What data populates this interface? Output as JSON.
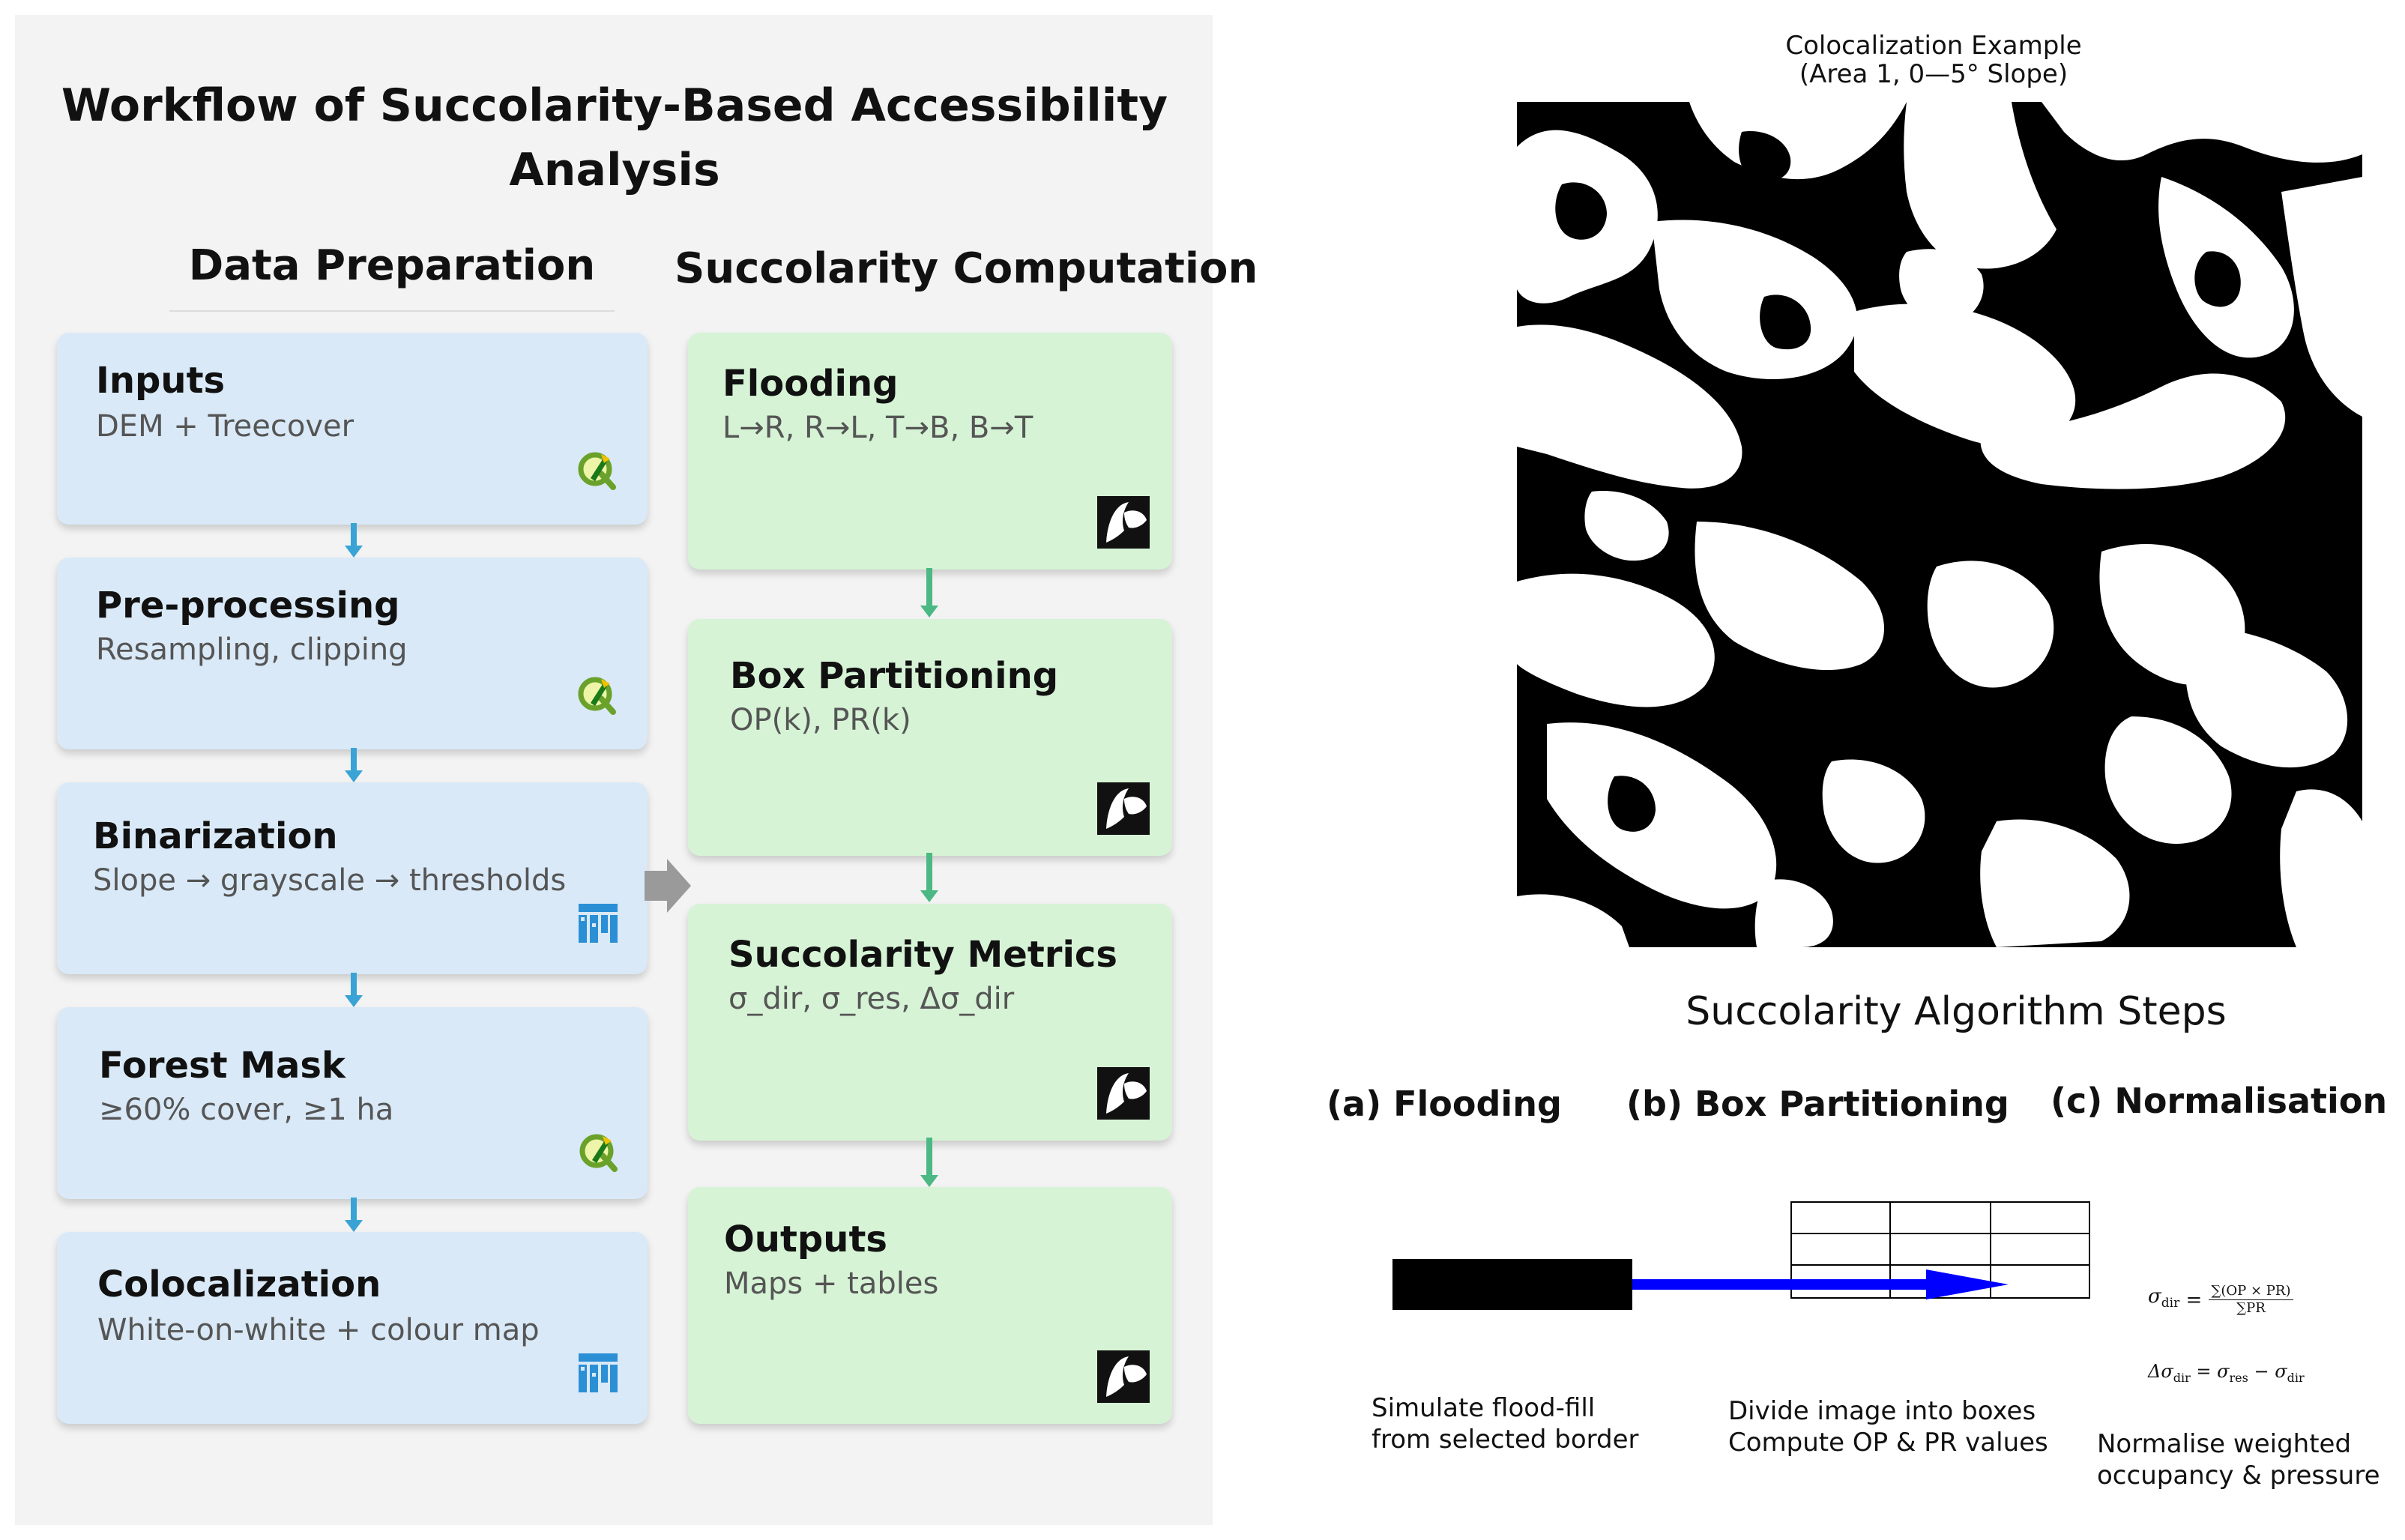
{
  "workflow": {
    "title_line1": "Workflow of Succolarity-Based Accessibility",
    "title_line2": "Analysis",
    "columns": {
      "prep": "Data Preparation",
      "comp": "Succolarity Computation"
    },
    "prep_steps": [
      {
        "title": "Inputs",
        "subtitle": "DEM + Treecover",
        "icon": "qgis-icon"
      },
      {
        "title": "Pre-processing",
        "subtitle": "Resampling, clipping",
        "icon": "qgis-icon"
      },
      {
        "title": "Binarization",
        "subtitle": "Slope → grayscale → thresholds",
        "icon": "fiji-icon"
      },
      {
        "title": "Forest Mask",
        "subtitle": "≥60% cover, ≥1 ha",
        "icon": "qgis-icon"
      },
      {
        "title": "Colocalization",
        "subtitle": "White-on-white + colour map",
        "icon": "fiji-icon"
      }
    ],
    "comp_steps": [
      {
        "title": "Flooding",
        "subtitle": "L→R, R→L, T→B, B→T",
        "icon": "matlab-icon"
      },
      {
        "title": "Box Partitioning",
        "subtitle": "OP(k), PR(k)",
        "icon": "matlab-icon"
      },
      {
        "title": "Succolarity Metrics",
        "subtitle": "σ_dir, σ_res, Δσ_dir",
        "icon": "matlab-icon"
      },
      {
        "title": "Outputs",
        "subtitle": "Maps + tables",
        "icon": "matlab-icon"
      }
    ],
    "colors": {
      "panel_bg": "#f3f3f3",
      "prep_box": "#d9e9f7",
      "comp_box": "#d6f3d6",
      "prep_arrow": "#3aa3d6",
      "comp_arrow": "#4cb884",
      "join_arrow": "#9a9a9a"
    }
  },
  "colocalization": {
    "title_line1": "Colocalization Example",
    "title_line2": "(Area 1, 0—5° Slope)"
  },
  "algorithm": {
    "title": "Succolarity Algorithm Steps",
    "flooding": {
      "label": "(a) Flooding",
      "caption_line1": "Simulate flood-fill",
      "caption_line2": "from selected border"
    },
    "partitioning": {
      "label": "(b) Box Partitioning",
      "caption_line1": "Divide image into boxes",
      "caption_line2": "Compute OP & PR values"
    },
    "normalisation": {
      "label": "(c) Normalisation",
      "eq1_lhs": "σ",
      "eq1_sub": "dir",
      "eq1_num": "∑(OP × PR)",
      "eq1_den": "∑PR",
      "eq2": "Δσ",
      "eq2_sub1": "dir",
      "eq2_rhs1": "σ",
      "eq2_sub2": "res",
      "eq2_rhs2": "σ",
      "eq2_sub3": "dir",
      "caption_line1": "Normalise weighted",
      "caption_line2": "occupancy & pressure"
    },
    "colors": {
      "flood_arrow": "#0000ff",
      "flood_bar": "#000000"
    }
  }
}
